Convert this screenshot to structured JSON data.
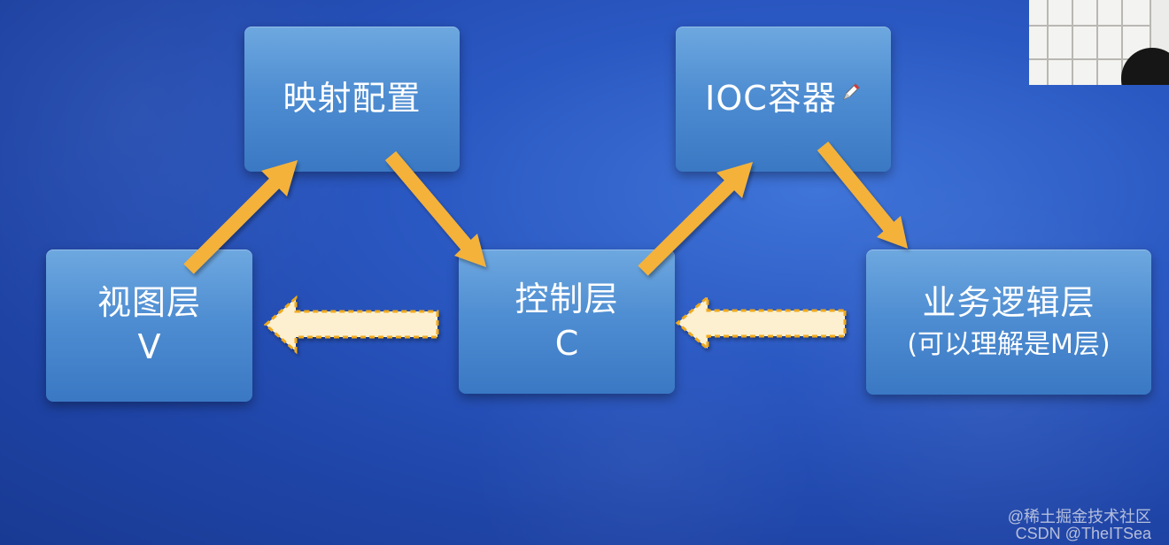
{
  "nodes": {
    "view": {
      "title": "视图层",
      "subtitle": "V"
    },
    "mapping": {
      "title": "映射配置"
    },
    "controller": {
      "title": "控制层",
      "subtitle": "C"
    },
    "ioc": {
      "title": "IOC容器"
    },
    "business": {
      "title": "业务逻辑层",
      "subtitle": "(可以理解是M层)"
    }
  },
  "edges": [
    {
      "from": "视图层",
      "to": "映射配置"
    },
    {
      "from": "映射配置",
      "to": "控制层"
    },
    {
      "from": "控制层",
      "to": "IOC容器"
    },
    {
      "from": "IOC容器",
      "to": "业务逻辑层"
    },
    {
      "from": "业务逻辑层",
      "to": "控制层"
    },
    {
      "from": "控制层",
      "to": "视图层"
    }
  ],
  "watermark": {
    "line1": "@稀土掘金技术社区",
    "line2": "CSDN @TheITSea"
  },
  "colors": {
    "background": "#2450b8",
    "box": "#4f8ed2",
    "solid_arrow": "#f4b23b",
    "hollow_arrow_fill": "#fdf0d0",
    "hollow_arrow_stroke": "#efa91f"
  },
  "icons": {
    "pen": "pen-icon"
  }
}
